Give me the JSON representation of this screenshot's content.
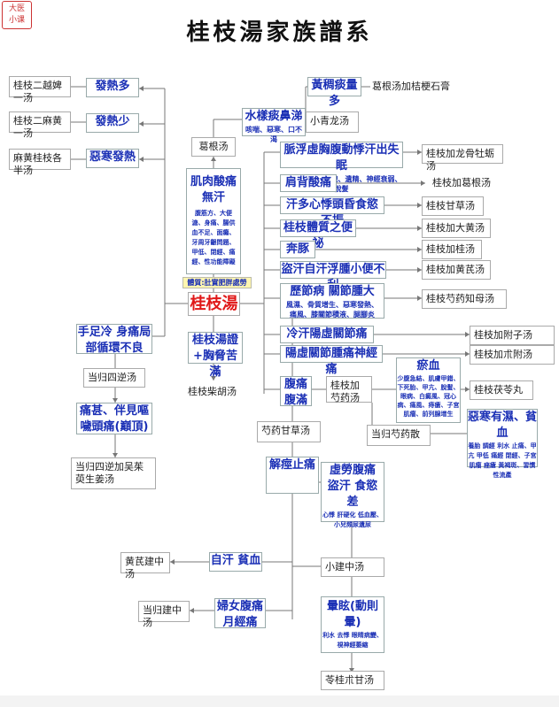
{
  "title": "桂枝湯家族譜系",
  "logo": [
    "大医",
    "小课"
  ],
  "center": {
    "label": "桂枝湯",
    "note": "體質:肚實肥胖處勞"
  },
  "left_top": [
    {
      "symptom": "發熱多",
      "formula": "桂枝二越婢一汤"
    },
    {
      "symptom": "發熱少",
      "formula": "桂枝二麻黄一汤"
    },
    {
      "symptom": "惡寒發熱",
      "formula": "麻黄桂枝各半汤"
    }
  ],
  "gegen": {
    "formula": "葛根汤",
    "symptom_title": "肌肉酸痛",
    "symptom_title2": "無汗",
    "symptom_detail": "腹筋方、大便溏、身痛、腸供血不足、面癱、牙周牙齦問題、甲低、閉經、痛經、性功能障礙"
  },
  "water": {
    "symptom": "水樣痰鼻涕",
    "sub": "咳喘、惡寒、口不渴",
    "formula": "小青龙汤"
  },
  "phlegm": {
    "symptom": "黃稠痰量多",
    "formula": "葛根汤加桔梗石膏"
  },
  "right_branches": [
    {
      "symptom": "脈浮虛胸腹動悸汗出失眠",
      "sub": "失精家、陽萎早洩、遺精、神經衰弱、脫髮",
      "formula": "桂枝加龙骨牡蛎汤"
    },
    {
      "symptom": "肩背酸痛",
      "sub": "",
      "formula": "桂枝加葛根汤"
    },
    {
      "symptom": "汗多心悸頭昏食慾不振",
      "sub": "",
      "formula": "桂枝甘草汤"
    },
    {
      "symptom": "桂枝體質之便祕",
      "sub": "",
      "formula": "桂枝加大黄汤"
    },
    {
      "symptom": "奔豚",
      "sub": "",
      "formula": "桂枝加桂汤"
    },
    {
      "symptom": "盜汗自汗浮腫小便不利",
      "sub": "",
      "formula": "桂枝加黄芪汤"
    },
    {
      "symptom": "歷節病 關節腫大",
      "sub": "風濕、骨質增生、惡寒發熱、痛風、膝關節積液、腿腳炎",
      "formula": "桂枝芍药知母汤"
    },
    {
      "symptom": "冷汗陽虛關節痛",
      "sub": "",
      "formula": "桂枝加附子汤"
    },
    {
      "symptom": "陽虛關節腫痛神經痛",
      "sub": "",
      "formula": "桂枝加朮附汤"
    }
  ],
  "guizhi_syndrome": {
    "symptom": "桂枝湯證+胸脅苦滿",
    "formula": "桂枝柴胡汤"
  },
  "left_lower": {
    "symptom1": "手足冷 身痛局部循環不良",
    "formula1": "当归四逆汤",
    "symptom2": "痛甚、伴見嘔噦頭痛(巔頂)",
    "formula2": "当归四逆加吴茱萸生姜汤"
  },
  "abdomen": {
    "symptom": "腹痛腹滿",
    "formula": "桂枝加芍药汤"
  },
  "blood_stasis": {
    "title": "瘀血",
    "detail": "少腹急結、肌膚甲錯、下死胎、甲亢、脫髮、眼病、白癜風、冠心病、痛風、痔瘡、子宮肌瘤、前列腺增生",
    "formula": "桂枝茯苓丸"
  },
  "cold_dampness": {
    "title": "惡寒有濕、貧血",
    "detail": "養胎 調經 利水 止痛、甲亢 甲低 痛經 閉經、子宮肌瘤 痤瘡 黃褐斑、習慣性流產",
    "formula": "当归芍药散"
  },
  "paoyao": {
    "formula": "芍药甘草汤",
    "symptom": "解痙止痛"
  },
  "xulao": {
    "symptom": "虛勞腹痛盜汗 食慾差",
    "detail": "心悸 肝硬化 低血壓、小兒頻尿遺尿",
    "formula": "小建中汤"
  },
  "zihan": {
    "symptom": "自汗 貧血",
    "formula": "黄芪建中汤"
  },
  "fuke": {
    "symptom": "婦女腹痛月經痛",
    "formula": "当归建中汤"
  },
  "xuanyun": {
    "symptom": "暈眩(動則暈)",
    "detail": "利水 去悸 眼睛病變、視神經萎縮",
    "formula": "苓桂朮甘汤"
  }
}
